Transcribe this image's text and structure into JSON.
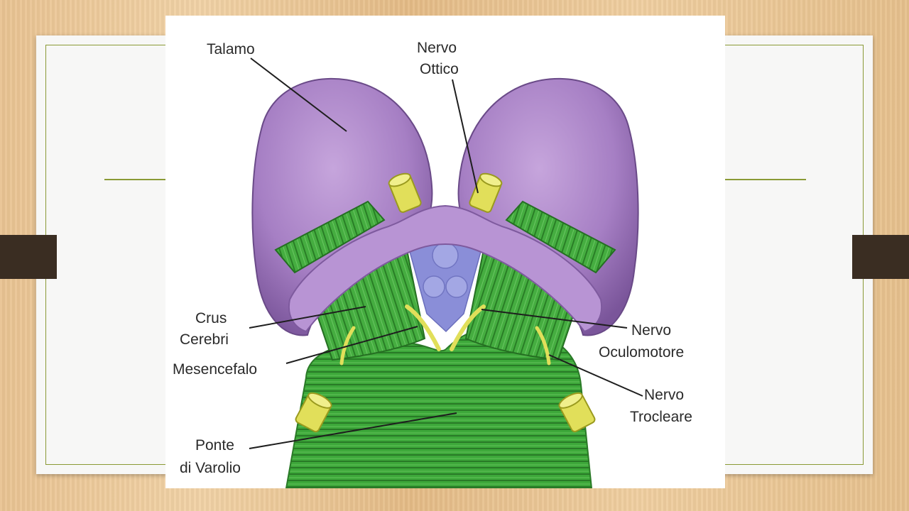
{
  "colors": {
    "thalamus": "#a67fc4",
    "fibers": "#3fa83c",
    "nerve": "#e1df5a",
    "slide_accent": "#8a9a35",
    "side_tab": "#3a2d22"
  },
  "labels": {
    "talamo": "Talamo",
    "nervo_ottico_1": "Nervo",
    "nervo_ottico_2": "Ottico",
    "crus_1": "Crus",
    "crus_2": "Cerebri",
    "mesencefalo": "Mesencefalo",
    "ponte_1": "Ponte",
    "ponte_2": "di Varolio",
    "oculomotore_1": "Nervo",
    "oculomotore_2": "Oculomotore",
    "trocleare_1": "Nervo",
    "trocleare_2": "Trocleare"
  }
}
